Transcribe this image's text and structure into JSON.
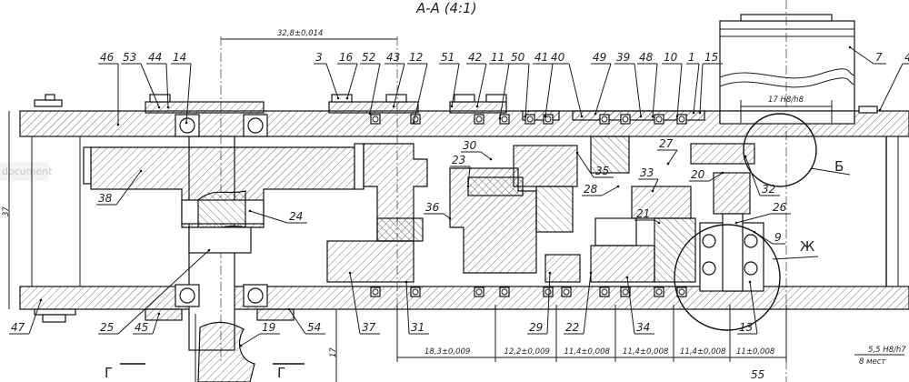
{
  "title": "А-А (4:1)",
  "watermark": "document",
  "part_labels": {
    "top": [
      "46",
      "53",
      "44",
      "14",
      "3",
      "16",
      "52",
      "43",
      "12",
      "51",
      "42",
      "11",
      "50",
      "41",
      "40",
      "49",
      "39",
      "48",
      "10",
      "1",
      "15",
      "7",
      "4"
    ],
    "middle": [
      "30",
      "23",
      "35",
      "28",
      "33",
      "27",
      "20",
      "32",
      "26",
      "21",
      "9",
      "38",
      "24",
      "36"
    ],
    "bottom": [
      "47",
      "25",
      "45",
      "19",
      "54",
      "37",
      "31",
      "29",
      "22",
      "34",
      "13"
    ]
  },
  "detail_marks": {
    "b": "Б",
    "zh": "Ж",
    "section_left": "Г",
    "section_right": "Г"
  },
  "dimensions": {
    "center_distance": "32,8±0,014",
    "motor_fit": "17 H8/h8",
    "height_left": "37",
    "height_bottom": "17",
    "chain": [
      "18,3±0,009",
      "12,2±0,009",
      "11,4±0,008",
      "11,4±0,008",
      "11,4±0,008",
      "11±0,008"
    ],
    "pin_fit": "5,5 H8/h7",
    "pin_count": "8 мест",
    "overall": "55"
  }
}
